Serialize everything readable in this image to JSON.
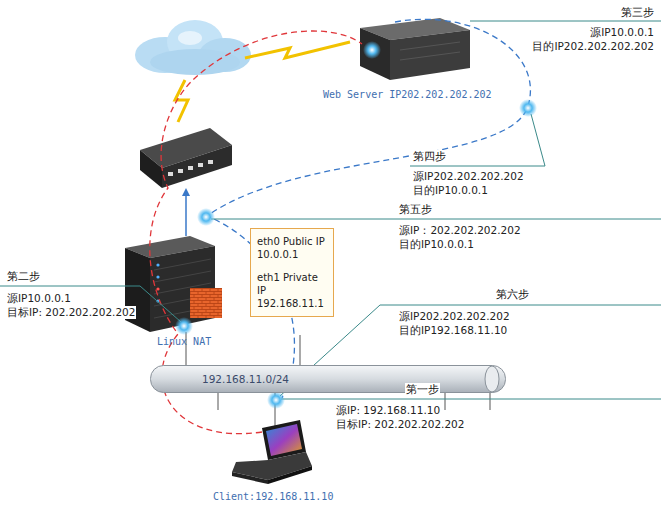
{
  "diagram": {
    "nodes": [
      {
        "text": [
          "eth0 Public IP 10.0.0.1",
          "eth1 Private IP 192.168.11.1"
        ]
      },
      {
        "text": [
          "192.168.11.0/24"
        ]
      }
    ],
    "labels": [
      "第三步",
      "源IP10.0.0.1",
      "目的IP202.202.202.202",
      "第四步",
      "源IP202.202.202.202",
      "目的IP10.0.0.1",
      "第五步",
      "源IP：202.202.202.202",
      "目的IP10.0.0.1",
      "第二步",
      "源IP10.0.0.1",
      "目标IP: 202.202.202.202",
      "第六步",
      "源IP202.202.202.202",
      "目的IP192.168.11.10",
      "第一步",
      "源IP: 192.168.11.10",
      "目标IP: 202.202.202.202",
      "Web Server IP202.202.202.202",
      "Linux NAT",
      "Client:192.168.11.10"
    ]
  }
}
